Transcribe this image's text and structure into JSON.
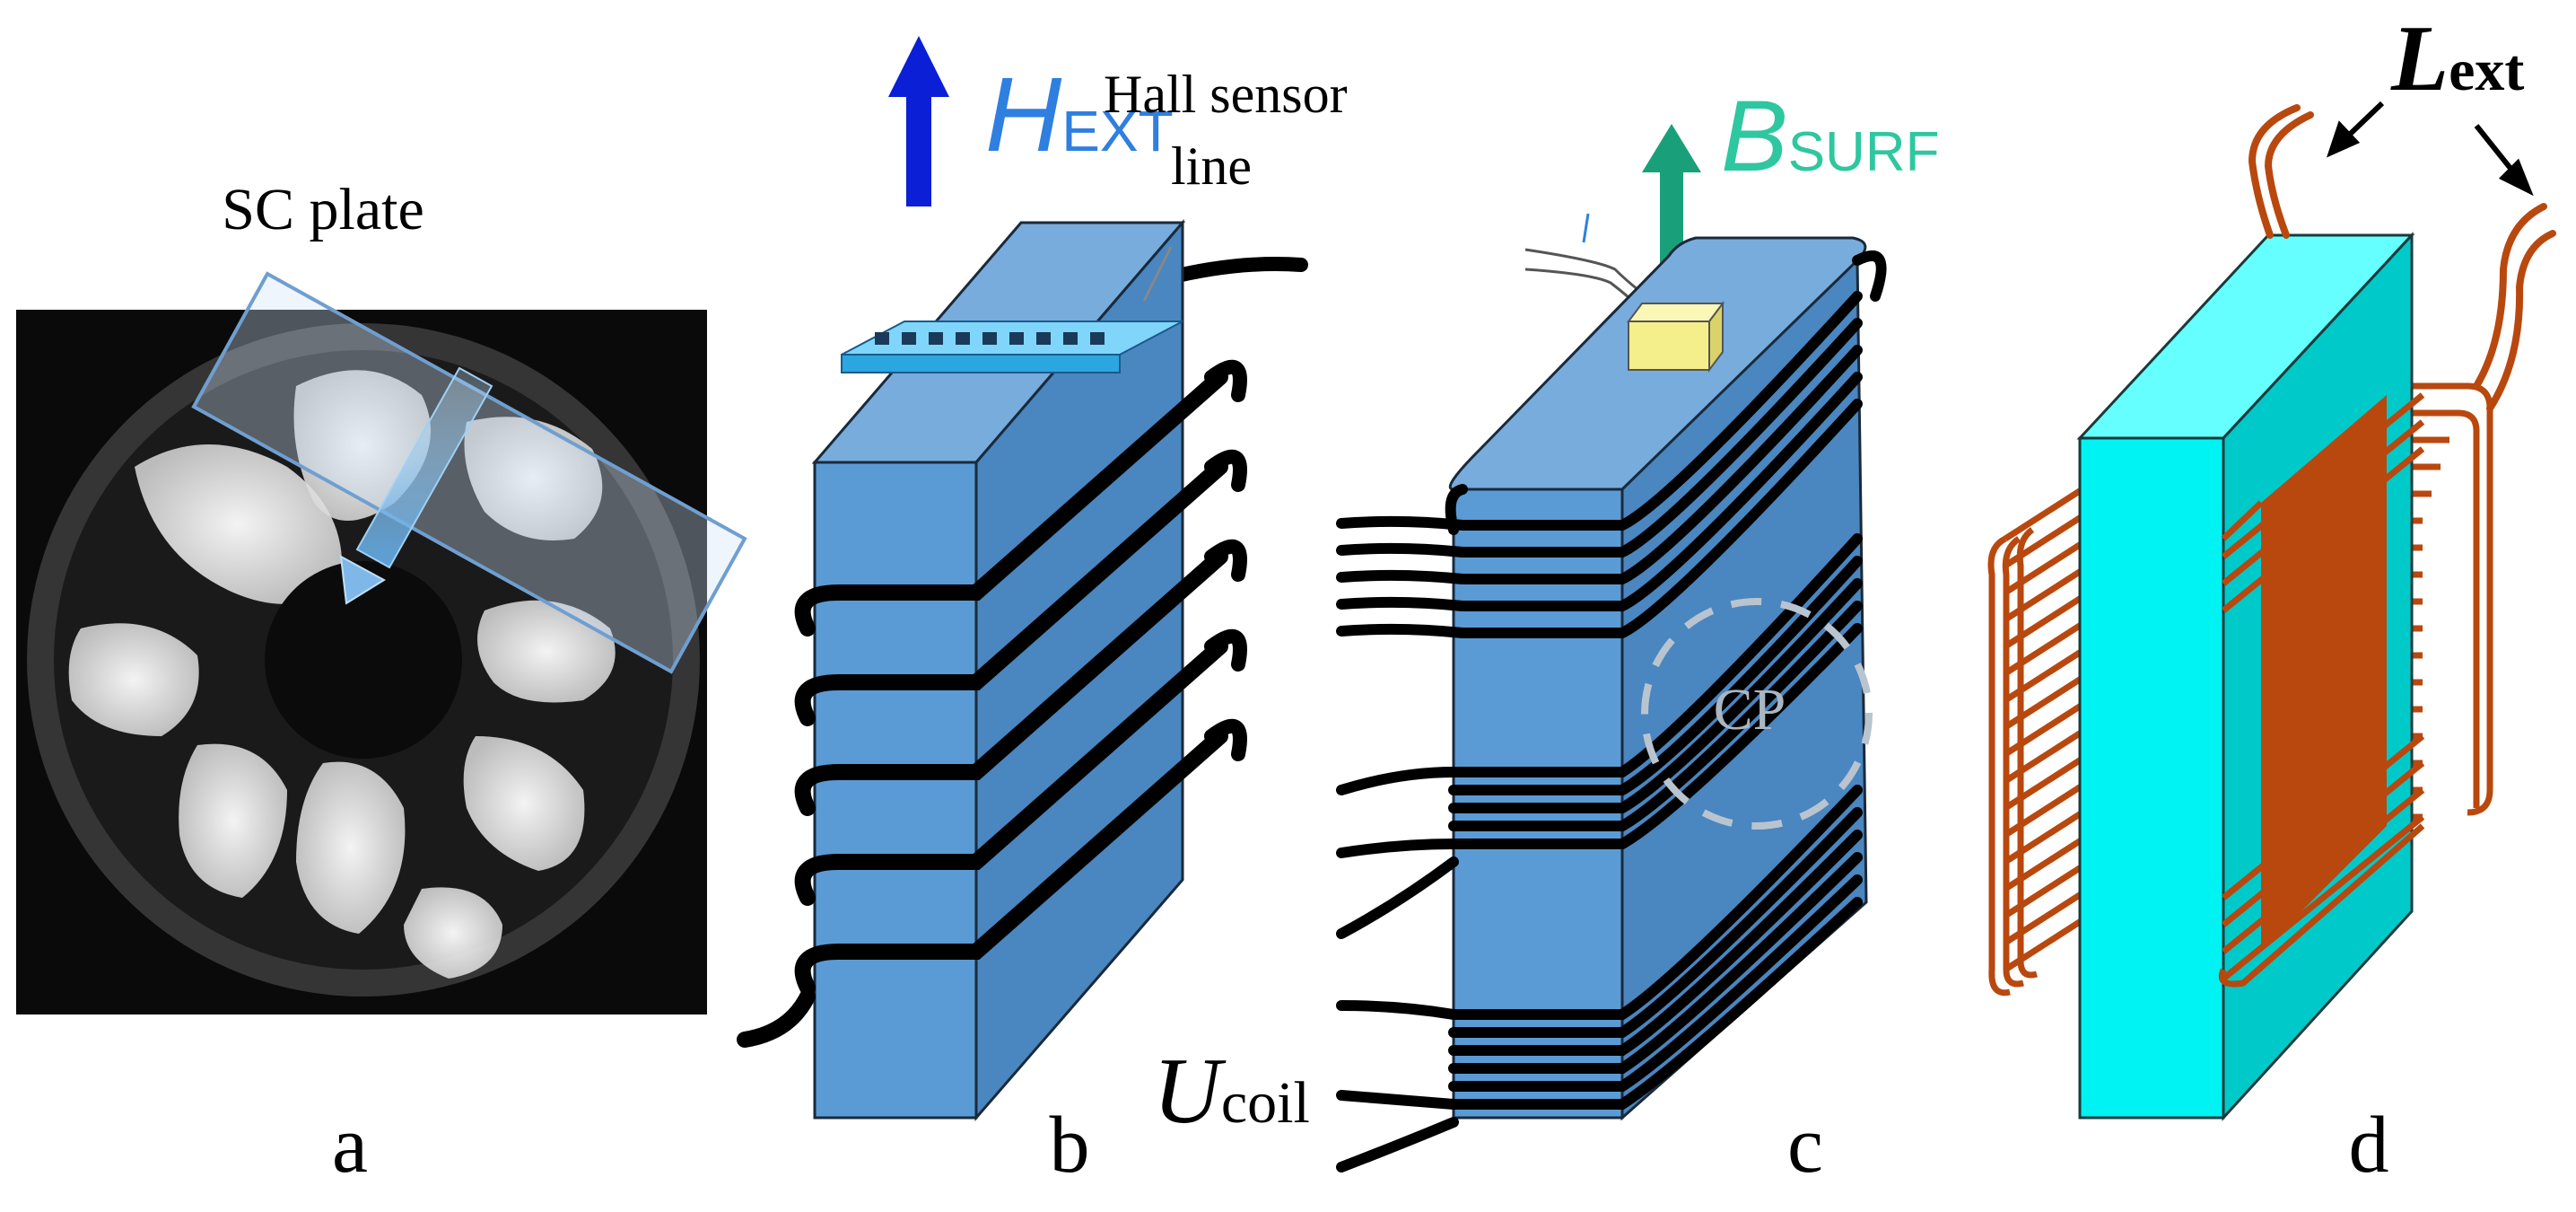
{
  "panels": {
    "a": {
      "label": "a",
      "annotation": "SC plate",
      "colors": {
        "plate_fill": "#cfe3f5",
        "plate_stroke": "#6f9fd0",
        "arrow": "#7fb8e8"
      }
    },
    "b": {
      "label": "b",
      "field_symbol": "H",
      "field_subscript": "EXT",
      "sensor_label_line1": "Hall sensor",
      "sensor_label_line2": "line",
      "coil_symbol": "U",
      "coil_subscript": "coil",
      "colors": {
        "field_arrow": "#0a1fd6",
        "field_text": "#2f7fe0",
        "block_front": "#5b9bd5",
        "block_side": "#4a86c0",
        "block_top": "#78acdd",
        "sensor": "#3ab8f0"
      }
    },
    "c": {
      "label": "c",
      "field_symbol": "B",
      "field_subscript": "SURF",
      "region_label": "CP",
      "colors": {
        "field_arrow": "#19a07a",
        "field_text": "#2ec7a0",
        "sensor_cube": "#f4ef8a"
      }
    },
    "d": {
      "label": "d",
      "inductance_symbol": "L",
      "inductance_subscript": "ext",
      "colors": {
        "plate_front": "#00f3f3",
        "plate_side": "#00c9c9",
        "winding": "#b9480f"
      }
    }
  }
}
